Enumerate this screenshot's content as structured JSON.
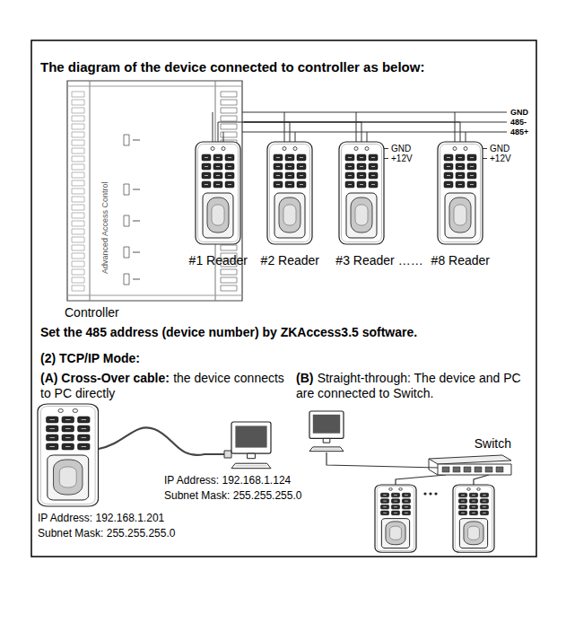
{
  "diagram": {
    "title": "The diagram of the device connected to controller as below:",
    "nodes": [
      {
        "text": [
          "Controller"
        ]
      },
      {
        "text": [
          "#1 Reader"
        ]
      },
      {
        "text": [
          "#2 Reader"
        ]
      },
      {
        "text": [
          "#3 Reader ……"
        ]
      },
      {
        "text": [
          "#8 Reader"
        ]
      },
      {
        "text": [
          "Switch"
        ]
      }
    ],
    "edges": [
      {
        "from": 0,
        "to": 1,
        "arrow": "none"
      },
      {
        "from": 0,
        "to": 2,
        "arrow": "none"
      },
      {
        "from": 0,
        "to": 3,
        "arrow": "none"
      },
      {
        "from": 0,
        "to": 4,
        "arrow": "none"
      }
    ],
    "labels": [
      "GND",
      "485-",
      "485+",
      "GND",
      "+12V",
      "GND",
      "+12V",
      "Set the 485 address (device number) by ZKAccess3.5 software.",
      "(2) TCP/IP Mode:",
      "(A) Cross-Over cable:",
      "the device connects to PC directly",
      "(B)",
      "Straight-through: The device and PC are connected to Switch.",
      "IP Address: 192.168.1.124",
      "Subnet Mask: 255.255.255.0",
      "IP Address: 192.168.1.201",
      "Subnet Mask: 255.255.255.0",
      "Advanced Access Control"
    ]
  }
}
